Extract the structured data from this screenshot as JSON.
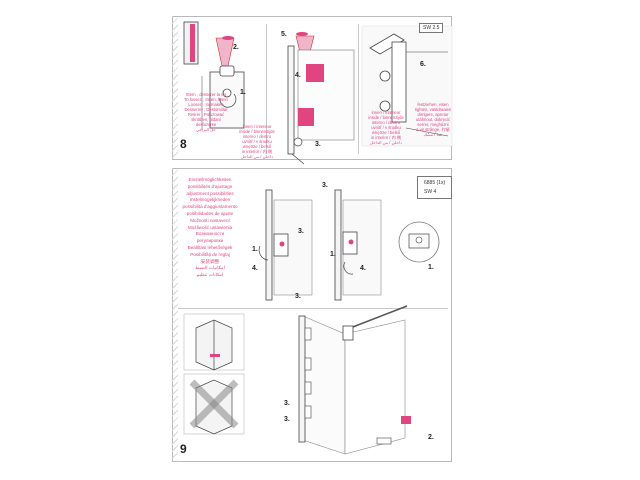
{
  "step8": {
    "number": "8",
    "sw_label": "SW 2.5",
    "left_text": [
      "Stern , desserer la vis",
      "To loosen , lösen, lösen",
      "Loosen , losmaken",
      "Desserrer , Destornillar",
      "Retirer , Poluzować",
      "skrütben, oldani",
      "desfazerse",
      "حل البراغي"
    ],
    "mid_text": [
      "innen / interieur",
      "inside / binnenzijde",
      "interno / dentro",
      "uvnitř / v środku",
      "wnętrze / belső",
      "in interior / 内 側",
      "داخلي / من الداخل"
    ],
    "right_text": [
      "festziehen, visen",
      "tighten, vastdraaien",
      "dirrigere, apretar",
      "utáhnout, dokręcić",
      "serrer, meghúzni",
      "a vir strânge, 拧紧",
      "شدّ / مَسْكَ"
    ],
    "callouts": [
      "2.",
      "1.",
      "5.",
      "4.",
      "3.",
      "6."
    ]
  },
  "step9": {
    "number": "9",
    "tag_code": "6885 (1x)",
    "tag_sw": "SW 4",
    "pink_text": [
      "Einstellmöglichkeiten",
      "possibilités d'ajustage",
      "adjustment possibilities",
      "Instelmogelijkheden",
      "possibilità d'aggiustamento",
      "posibilidades de ajuste",
      "Možnosti nastavení",
      "Możliwość ustawienia",
      "Возможности регулировки",
      "Beállítási lehetőségek",
      "Posibilități de reglaj",
      "安装调整",
      "امكانيات الضبط",
      "امكانات تنظيم"
    ],
    "callouts": [
      "3.",
      "1.",
      "4.",
      "3.",
      "1.",
      "4.",
      "1.",
      "3.",
      "3.",
      "3.",
      "2."
    ]
  }
}
